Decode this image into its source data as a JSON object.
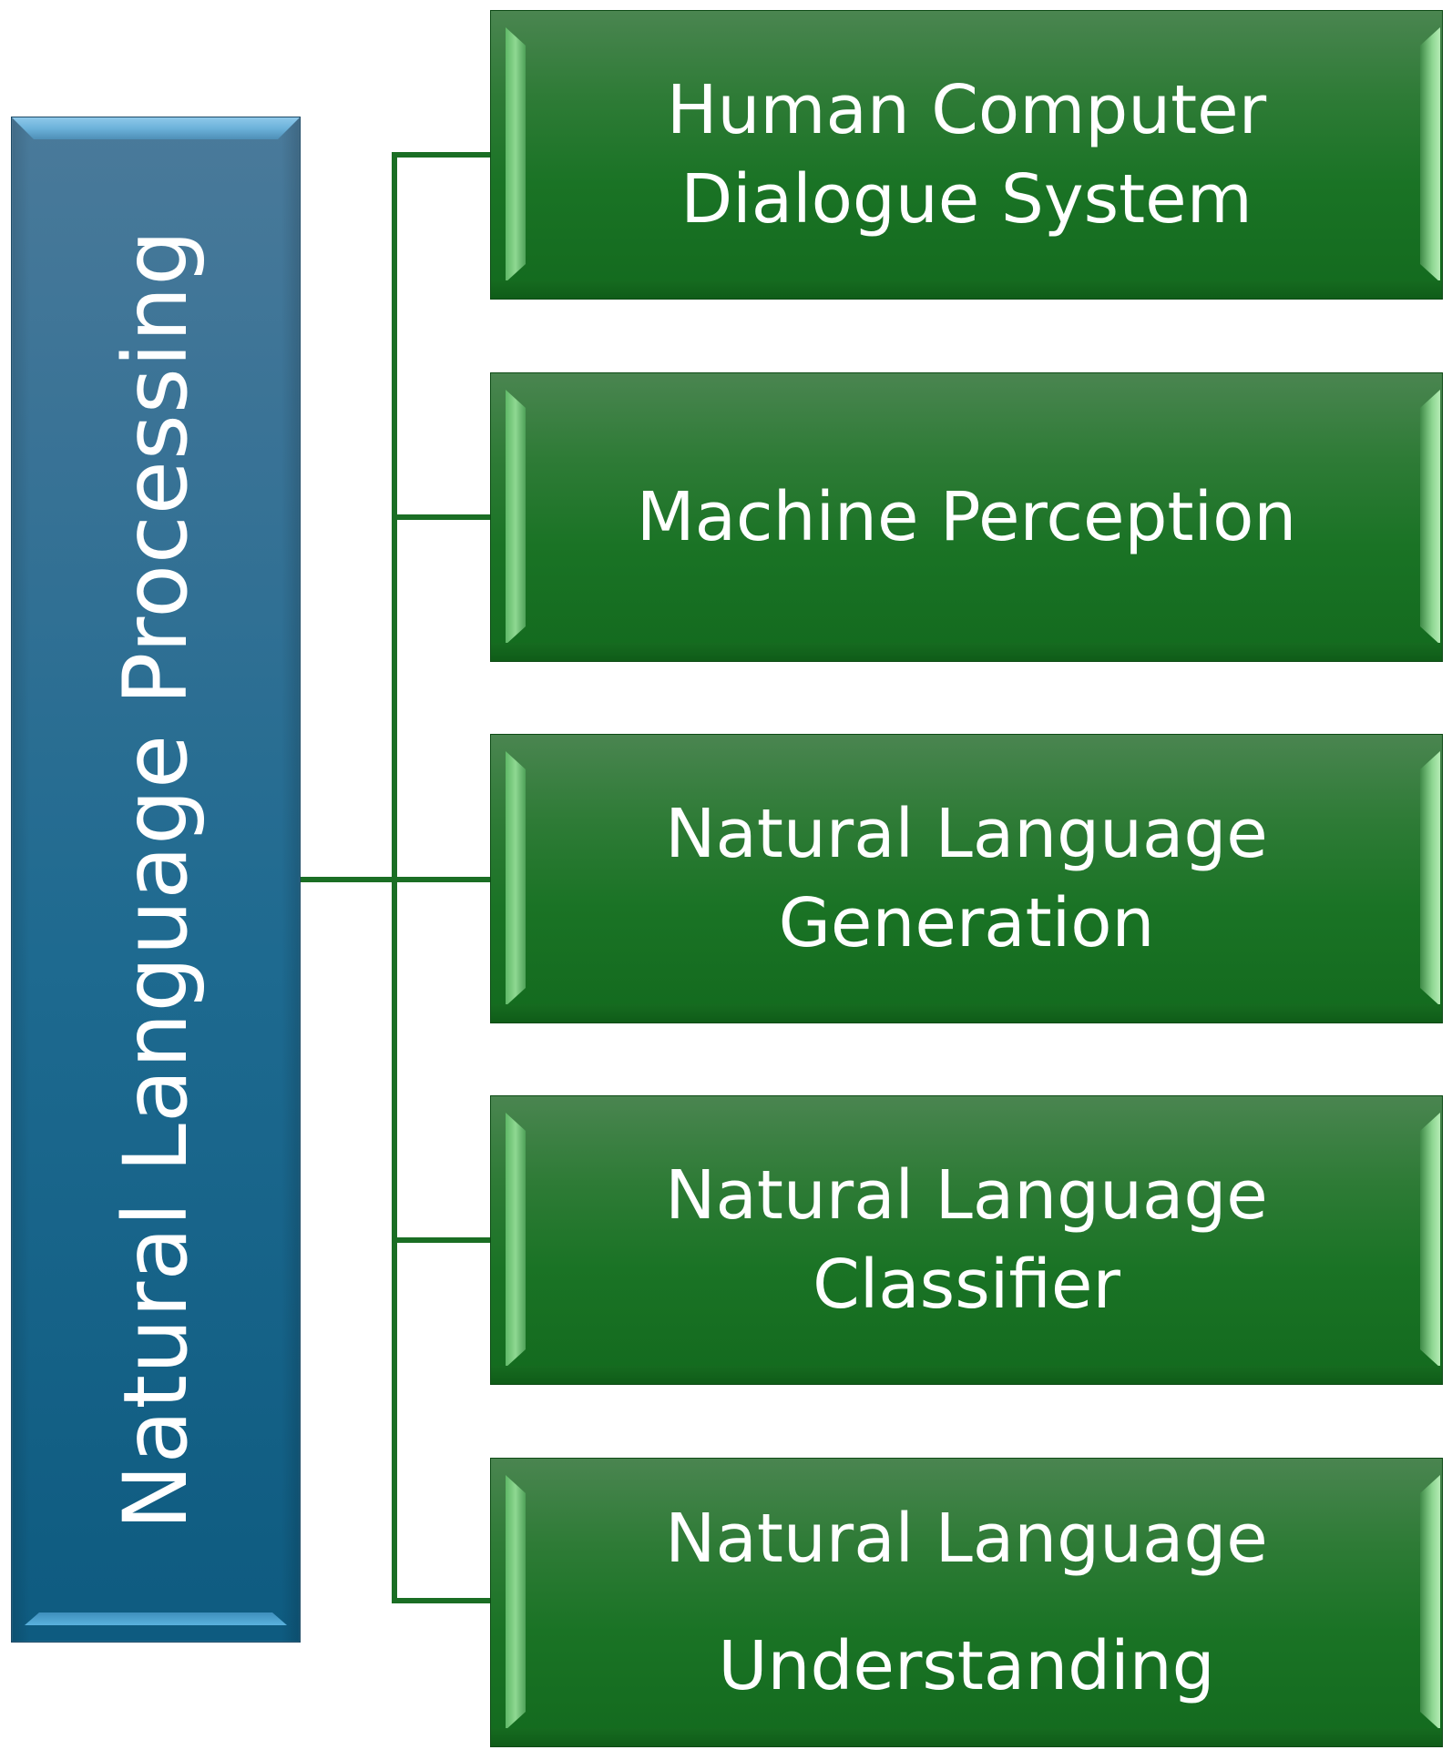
{
  "diagram": {
    "type": "hierarchy",
    "root": {
      "label": "Natural Language Processing",
      "color": "#1e6a90"
    },
    "connector_color": "#1a6e24",
    "node_color": "#1a7325",
    "children": [
      {
        "lines": [
          "Human Computer",
          "Dialogue System"
        ]
      },
      {
        "lines": [
          "Machine Perception"
        ]
      },
      {
        "lines": [
          "Natural Language",
          "Generation"
        ]
      },
      {
        "lines": [
          "Natural Language",
          "Classifier"
        ]
      },
      {
        "lines": [
          "Natural Language",
          "Understanding"
        ]
      }
    ]
  }
}
